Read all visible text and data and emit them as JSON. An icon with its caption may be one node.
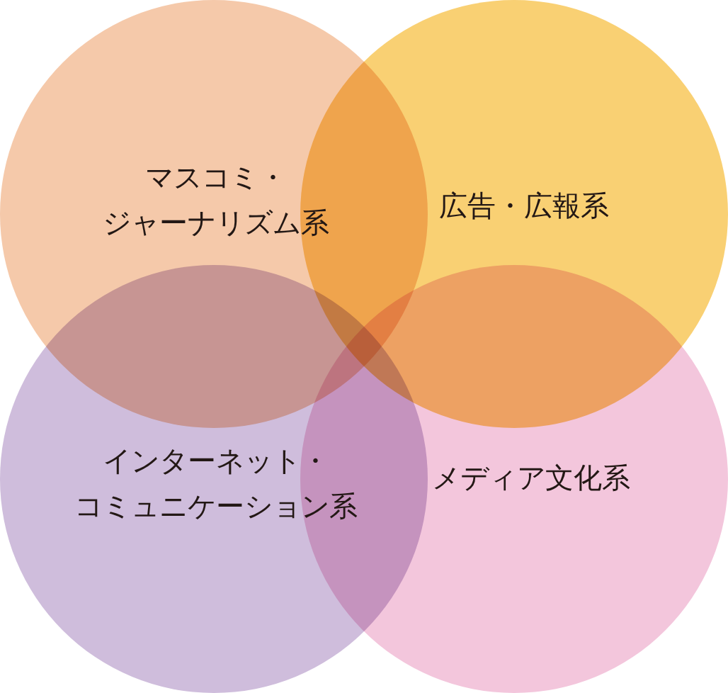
{
  "diagram": {
    "nodes": [
      {
        "text": [
          "マスコミ・ジャーナリズム系"
        ]
      },
      {
        "text": [
          "広告・広報系"
        ]
      },
      {
        "text": [
          "インターネット・コミュニケーション系"
        ]
      },
      {
        "text": [
          "メディア文化系"
        ]
      }
    ]
  }
}
